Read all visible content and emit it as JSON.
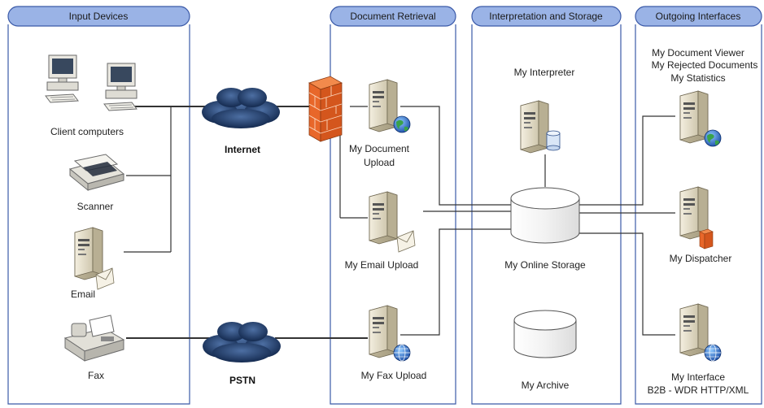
{
  "lanes": [
    {
      "id": "input",
      "title": "Input Devices"
    },
    {
      "id": "retrieval",
      "title": "Document Retrieval"
    },
    {
      "id": "interp",
      "title": "Interpretation and Storage"
    },
    {
      "id": "outgoing",
      "title": "Outgoing Interfaces"
    }
  ],
  "labels": {
    "client_computers": "Client computers",
    "scanner": "Scanner",
    "email": "Email",
    "fax": "Fax",
    "internet": "Internet",
    "pstn": "PSTN",
    "doc_upload_1": "My Document",
    "doc_upload_2": "Upload",
    "email_upload": "My Email Upload",
    "fax_upload": "My Fax Upload",
    "interpreter": "My Interpreter",
    "online_storage": "My Online Storage",
    "archive": "My Archive",
    "viewer_1": "My Document Viewer",
    "viewer_2": "My Rejected Documents",
    "viewer_3": "My Statistics",
    "dispatcher": "My Dispatcher",
    "interface_1": "My Interface",
    "interface_2": "B2B - WDR HTTP/XML"
  },
  "colors": {
    "lane_header": "#9ab3e6",
    "lane_border": "#3b5aa8",
    "line": "#333333",
    "cloud": "#12305e",
    "firewall": "#e8672a"
  },
  "icons": [
    "computer-icon",
    "scanner-icon",
    "email-server-icon",
    "fax-icon",
    "cloud-icon",
    "firewall-icon",
    "server-icon",
    "globe-icon",
    "database-icon",
    "storage-cylinder-icon"
  ]
}
